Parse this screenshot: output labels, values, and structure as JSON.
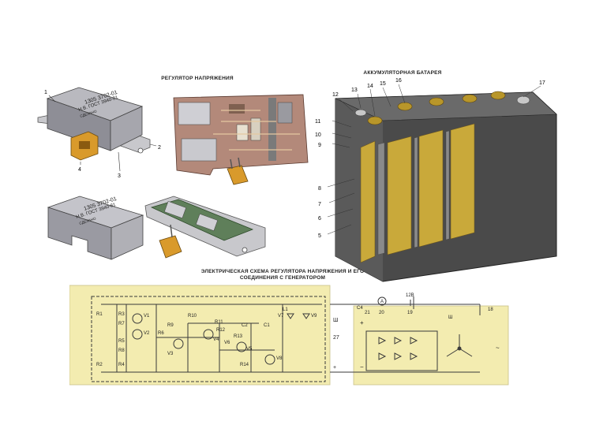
{
  "titles": {
    "regulator": "РЕГУЛЯТОР НАПРЯЖЕНИЯ",
    "battery": "АККУМУЛЯТОРНАЯ БАТАРЕЯ",
    "schematic_line1": "ЭЛЕКТРИЧЕСКАЯ СХЕМА РЕГУЛЯТОРА НАПРЯЖЕНИЯ И ЕГО",
    "schematic_line2": "СОЕДИНЕНИЯ С ГЕНЕРАТОРОМ"
  },
  "regulator_labels": {
    "label_line1": "1305 3702-01",
    "label_line2": "Н.В. ГОСТ 3940-81",
    "label_line3": "СДЕЛАНО",
    "callout_1": "1",
    "callout_2": "2",
    "callout_3": "3",
    "callout_4": "4"
  },
  "battery_callouts": [
    "5",
    "6",
    "7",
    "8",
    "9",
    "10",
    "11",
    "12",
    "13",
    "14",
    "15",
    "16",
    "17"
  ],
  "schematic": {
    "resistors_left": [
      "R1",
      "R3",
      "R5",
      "R2",
      "R4",
      "R6",
      "R7",
      "R8"
    ],
    "transistors": [
      "V1",
      "V2",
      "V3",
      "V4",
      "V5",
      "V6",
      "V7",
      "V8",
      "V9"
    ],
    "parts_mid": [
      "R9",
      "R10",
      "R11",
      "R12",
      "R13",
      "R14",
      "C1",
      "C2",
      "L1"
    ],
    "terminals": [
      "Ш",
      "27",
      "+"
    ],
    "generator": {
      "capacitor": "C4",
      "ammeter": "A",
      "ammeter_num": "20",
      "battery_num": "19",
      "battery_v": "12В",
      "gen_num": "18",
      "field": "Ш",
      "tilde": "~",
      "plus": "+",
      "minus": "−",
      "c_num": "21"
    }
  },
  "colors": {
    "schematic_bg": "#f3ecb0",
    "schematic_line": "#3a3a3a",
    "battery_case": "#4a4a4a",
    "plate_yellow": "#c9a93a",
    "terminal_gold": "#b8962a",
    "regulator_metal": "#9a9aa0",
    "connector_orange": "#d99a2b",
    "pcb_brown": "#b3897a"
  }
}
